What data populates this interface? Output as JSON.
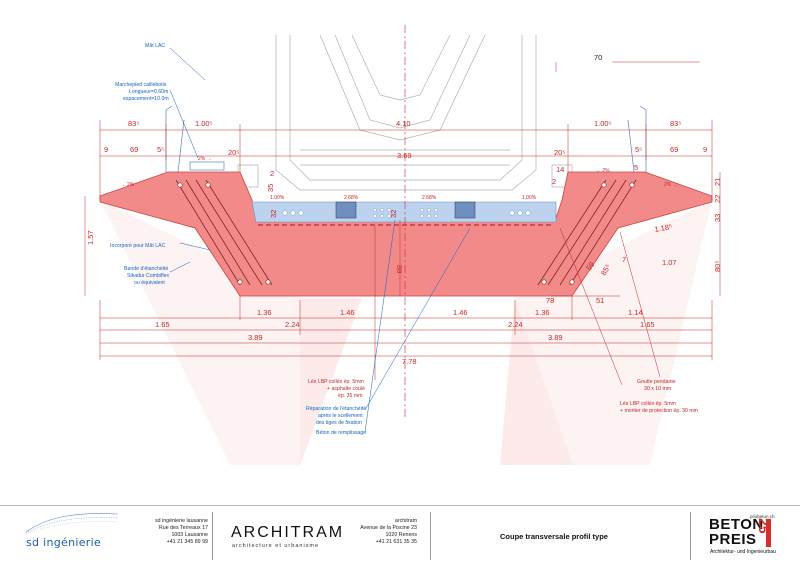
{
  "dims": {
    "top": [
      "83⁵",
      "1.00⁵",
      "4.10",
      "1.00⁵",
      "83⁵",
      "70"
    ],
    "row2": [
      "9",
      "69",
      "5⁵",
      "20⁵",
      "3.69",
      "20⁵",
      "5⁵",
      "69",
      "9"
    ],
    "small": [
      "2",
      "35",
      "32",
      "32",
      "1.00%",
      "2.68%",
      "2.68%",
      "1.00%",
      "14",
      "2",
      "5"
    ],
    "left": [
      "1.57"
    ],
    "right": [
      "21",
      "22",
      "33",
      "80⁵",
      "1.07",
      "1.18⁵",
      "7",
      "59",
      "85⁵",
      "78",
      "51"
    ],
    "mid": [
      "88",
      "1.36",
      "1.46",
      "1.46",
      "1.36",
      "1.14"
    ],
    "row_a": [
      "1.65",
      "2.24",
      "2.24",
      "1.65"
    ],
    "row_b": [
      "3.89",
      "3.89"
    ],
    "total": "7.78"
  },
  "slopes": {
    "left_top": "2% →",
    "left_cant": "←2%",
    "right_top": "← 2%",
    "right_cant": "2% →"
  },
  "annotations": {
    "mat_lac": "Mât LAC",
    "marchepied": [
      "Marchepied caillebotis",
      "Longueur=0.60m",
      "espacement=10.0m"
    ],
    "incorpore": "Incorporé pour Mât LAC",
    "bande": [
      "Bande d'étanchéité",
      "Sikadur Combiflex",
      "ou équivalent"
    ],
    "les_lbp_1": [
      "Lés LBP collés  ép. 5mm",
      "+ asphalte coulé",
      "ép. 35 mm"
    ],
    "reparation": [
      "Réparation de l'étanchéité",
      "après le scellement",
      "des tiges de fixation"
    ],
    "beton_remplissage": "Béton de remplissage",
    "goutte": [
      "Goutte pendante",
      "30 x 10 mm"
    ],
    "les_lbp_2": [
      "Lés LBP collés  ép. 5mm",
      "+ mortier de protection ép. 30 mm"
    ]
  },
  "titleblock": {
    "sd_logo": "sd ingénierie",
    "sd_address": [
      "sd ingénierie lausanne",
      "Rue des Terreaux 17",
      "1003 Lausanne",
      "+41 21 345 89 99"
    ],
    "arch_logo": "ARCHITRAM",
    "arch_sub": "architecture et urbanisme",
    "arch_address": [
      "architram",
      "Avenue de la Piscine 23",
      "1020 Renens",
      "+41 21 631 35 35"
    ],
    "sheet_title": "Coupe transversale profil type",
    "beton_url": "prixbeton.ch",
    "beton_word1": "BETON",
    "beton_word2": "PREIS",
    "beton_num": "25",
    "beton_sub": "Architektur- und Ingenieurbau"
  },
  "colors": {
    "concrete": "#f28a8a",
    "concrete_light": "#fbdada",
    "dimension": "#c62828",
    "ballast": "#bcd2ef",
    "note_blue": "#1565c0",
    "axis": "#c62828"
  }
}
